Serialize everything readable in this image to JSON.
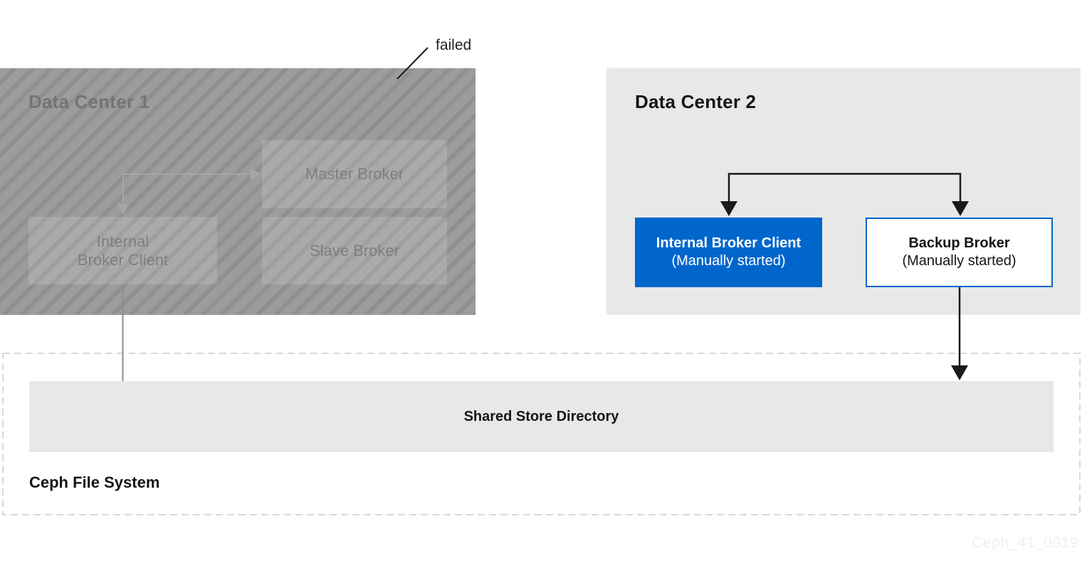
{
  "diagram": {
    "failed_label": "failed",
    "watermark": "Ceph_41_0919",
    "colors": {
      "accent_blue": "#0066cc",
      "panel_gray": "#e8e8e8",
      "dc1_hatch_base": "#9c9c9c",
      "dc1_hatch_stripe": "#909090",
      "connector_black": "#1a1a1a",
      "connector_gray": "#8c8c8c",
      "dashed_border": "#d9d9d9"
    },
    "data_center_1": {
      "title": "Data Center 1",
      "master_broker": "Master Broker",
      "slave_broker": "Slave Broker",
      "internal_broker_client": "Internal\nBroker Client"
    },
    "data_center_2": {
      "title": "Data Center 2",
      "internal_broker_client": {
        "title": "Internal Broker Client",
        "subtitle": "(Manually started)"
      },
      "backup_broker": {
        "title": "Backup Broker",
        "subtitle": "(Manually started)"
      }
    },
    "shared_store": {
      "label": "Shared Store Directory"
    },
    "ceph_fs": {
      "label": "Ceph File System"
    }
  }
}
